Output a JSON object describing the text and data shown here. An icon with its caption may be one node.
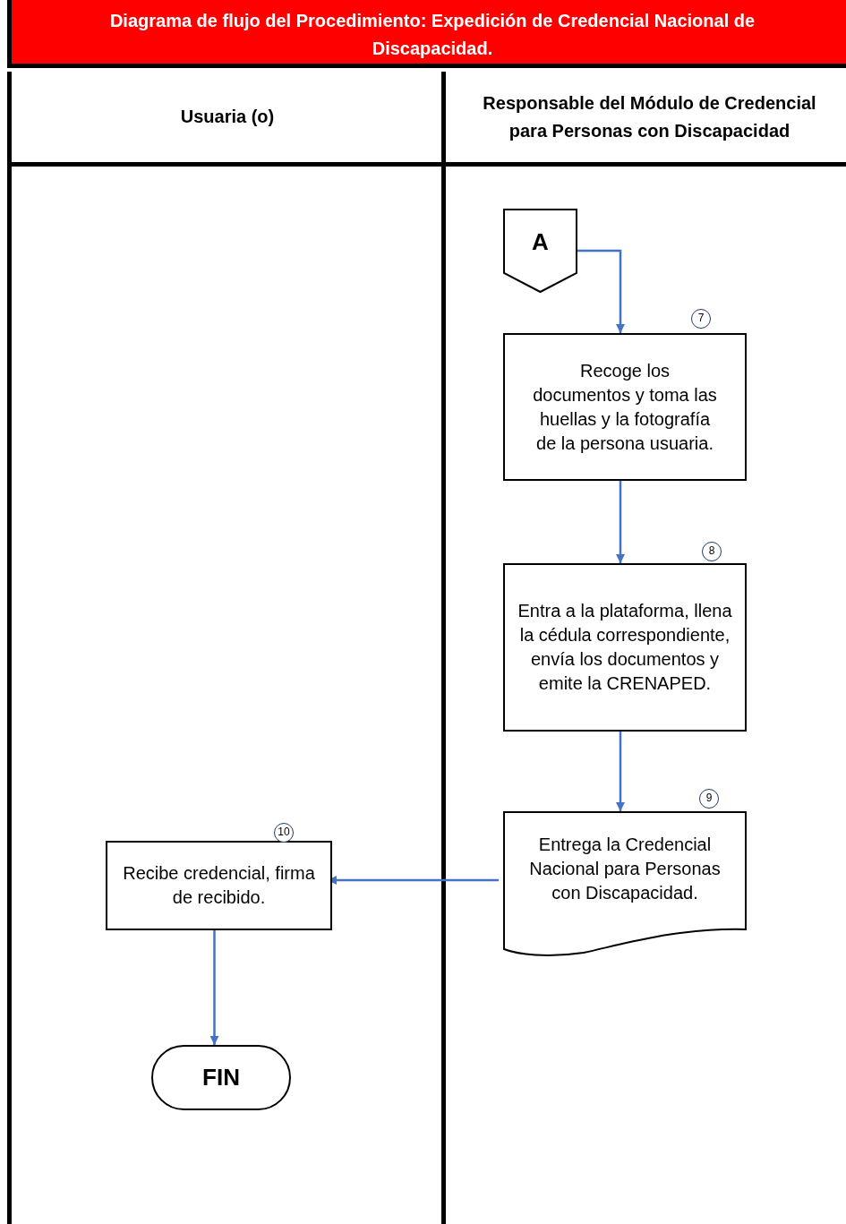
{
  "diagram": {
    "title": "Diagrama de flujo del Procedimiento: Expedición de Credencial Nacional de Discapacidad.",
    "nodes": [
      {
        "text": [
          "Usuaria (o)"
        ]
      },
      {
        "text": [
          "Responsable del Módulo de Credencial para Personas con Discapacidad"
        ]
      },
      {
        "text": [
          "A"
        ],
        "in": 1
      },
      {
        "text": [
          "Recoge los documentos y toma las huellas y la fotografía de la persona usuaria."
        ],
        "in": 1,
        "beside": [
          "7"
        ]
      },
      {
        "text": [
          "Entra a la plataforma, llena la cédula correspondiente, envía los documentos y emite la CRENAPED."
        ],
        "in": 1,
        "beside": [
          "8"
        ]
      },
      {
        "text": [
          "Entrega la Credencial Nacional para Personas con Discapacidad."
        ],
        "in": 1,
        "beside": [
          "9"
        ]
      },
      {
        "text": [
          "Recibe credencial, firma de recibido."
        ],
        "in": 0,
        "beside": [
          "10"
        ]
      },
      {
        "text": [
          "FIN"
        ],
        "in": 0
      }
    ],
    "edges": [
      {
        "from": 2,
        "to": 3,
        "arrow": "to"
      },
      {
        "from": 3,
        "to": 4,
        "arrow": "to"
      },
      {
        "from": 4,
        "to": 5,
        "arrow": "to"
      },
      {
        "from": 5,
        "to": 6,
        "arrow": "to"
      },
      {
        "from": 6,
        "to": 7,
        "arrow": "to"
      }
    ]
  }
}
